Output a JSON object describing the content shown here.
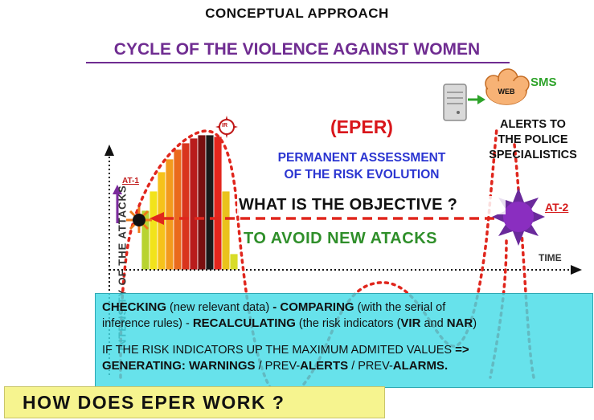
{
  "header": {
    "title": "CONCEPTUAL  APPROACH",
    "subtitle": "CYCLE OF THE VIOLENCE AGAINST WOMEN"
  },
  "diagram": {
    "eper_label": "(EPER)",
    "assessment_line1": "PERMANENT  ASSESSMENT",
    "assessment_line2": "OF THE RISK EVOLUTION",
    "objective_question": "WHAT IS THE OBJECTIVE ?",
    "objective_answer": "TO AVOID  NEW ATACKS",
    "at1_label": "AT-1",
    "at2_label": "AT-2",
    "time_axis_label": "TIME",
    "intensity_axis_label": "INTENSITY OF THE ATTACKS",
    "ir_marker_label": "IR",
    "web_label": "WEB",
    "sms_label": "SMS",
    "alerts_line1": "ALERTS TO",
    "alerts_line2": "THE POLICE",
    "alerts_line3": "SPECIALISTICS",
    "bar_colors": [
      "#b8d330",
      "#f2e31b",
      "#f6c21a",
      "#f39a1d",
      "#ea6a1c",
      "#d9341d",
      "#b91c1c",
      "#7a1010",
      "#1a1a1a",
      "#e3261d",
      "#eac21c",
      "#d8dc28"
    ]
  },
  "info_box": {
    "checking": "CHECKING",
    "checking_detail": " (new relevant data) ",
    "dash1": "- ",
    "comparing": "COMPARING",
    "comparing_detail": "  (with the serial of",
    "line2_start": "inference rules) - ",
    "recalculating": "RECALCULATING",
    "recalc_detail": " (the risk indicators (",
    "vir": "VIR",
    "and_text": " and ",
    "nar": "NAR",
    "close_paren": ")",
    "rule_line": "IF THE RISK INDICATORS UP THE MAXIMUM  ADMITED VALUES ",
    "arrow": "=>",
    "generating": "GENERATING: WARNINGS",
    "sep1": " / PREV-",
    "alerts": "ALERTS",
    "sep2": " / PREV-",
    "alarms": "ALARMS."
  },
  "footer": {
    "question": "HOW  DOES  EPER  WORK ?"
  }
}
